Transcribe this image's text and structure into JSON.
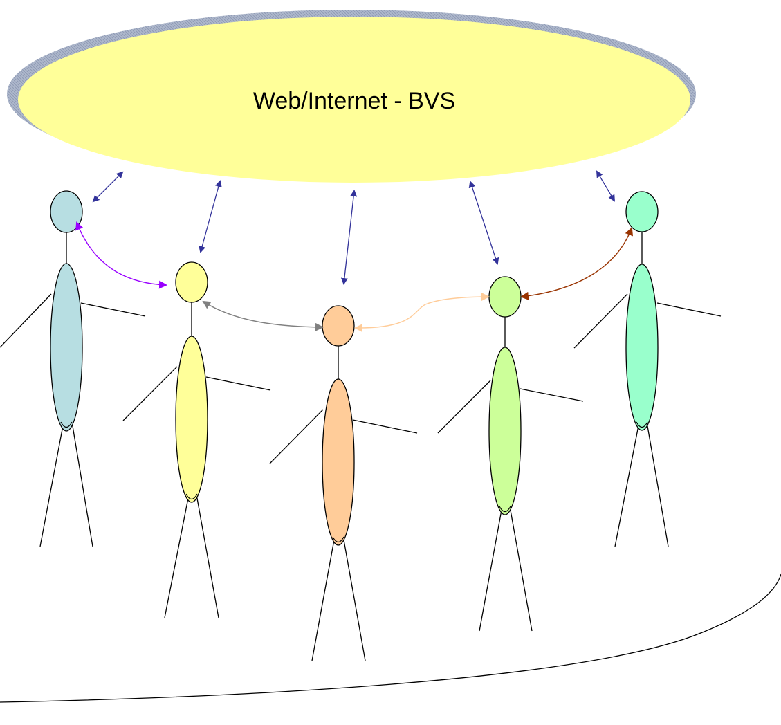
{
  "cloud": {
    "label": "Web/Internet - BVS",
    "fill": "#FFFF99",
    "shadow": "#A9B3C9"
  },
  "figures": [
    {
      "name": "figure-1",
      "color": "#B7DEE2"
    },
    {
      "name": "figure-2",
      "color": "#FFFF99"
    },
    {
      "name": "figure-3",
      "color": "#FFCC99"
    },
    {
      "name": "figure-4",
      "color": "#CCFF99"
    },
    {
      "name": "figure-5",
      "color": "#99FFCC"
    }
  ],
  "colors": {
    "internet_link": "#33339A",
    "link_1_2": "#9900FF",
    "link_2_3": "#808080",
    "link_3_4": "#FFCC99",
    "link_4_5": "#993300",
    "outline": "#000000"
  }
}
